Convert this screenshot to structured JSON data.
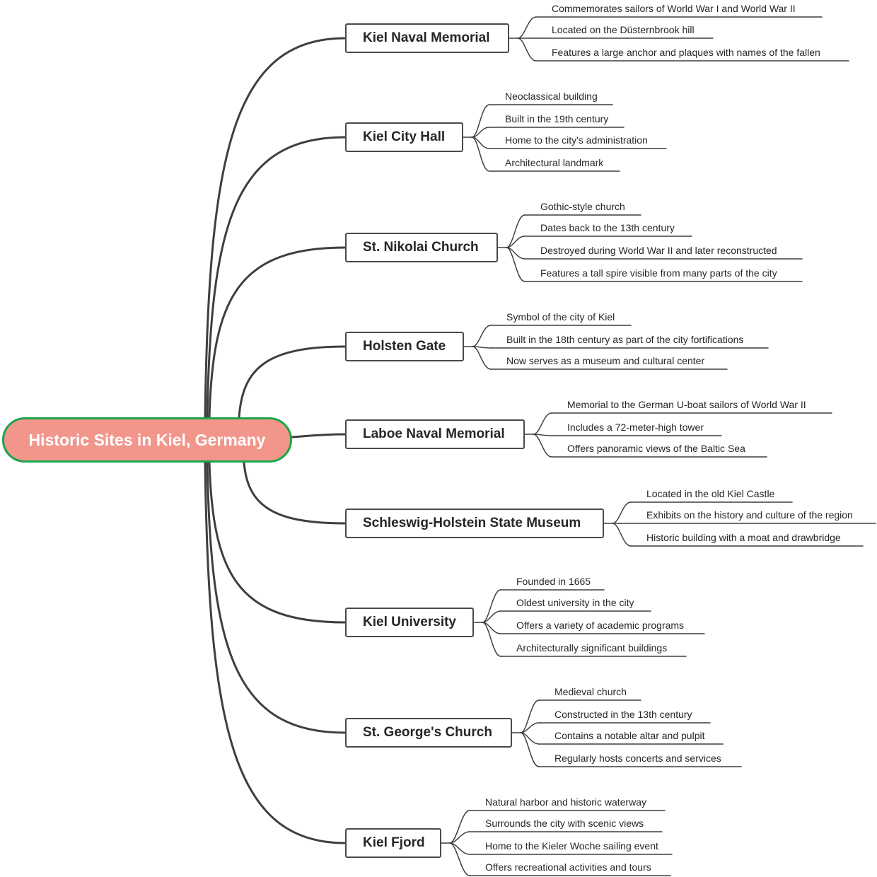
{
  "root": {
    "title": "Historic Sites in Kiel, Germany"
  },
  "colors": {
    "root_fill": "#f2968c",
    "root_border": "#1aa64a",
    "line": "#3f3f3f"
  },
  "topics": [
    {
      "label": "Kiel Naval Memorial",
      "children": [
        "Commemorates sailors of World War I and World War II",
        "Located on the Düsternbrook hill",
        "Features a large anchor and plaques with names of the fallen"
      ]
    },
    {
      "label": "Kiel City Hall",
      "children": [
        "Neoclassical building",
        "Built in the 19th century",
        "Home to the city's administration",
        "Architectural landmark"
      ]
    },
    {
      "label": "St. Nikolai Church",
      "children": [
        "Gothic-style church",
        "Dates back to the 13th century",
        "Destroyed during World War II and later reconstructed",
        "Features a tall spire visible from many parts of the city"
      ]
    },
    {
      "label": "Holsten Gate",
      "children": [
        "Symbol of the city of Kiel",
        "Built in the 18th century as part of the city fortifications",
        "Now serves as a museum and cultural center"
      ]
    },
    {
      "label": "Laboe Naval Memorial",
      "children": [
        "Memorial to the German U-boat sailors of World War II",
        "Includes a 72-meter-high tower",
        "Offers panoramic views of the Baltic Sea"
      ]
    },
    {
      "label": "Schleswig-Holstein State Museum",
      "children": [
        "Located in the old Kiel Castle",
        "Exhibits on the history and culture of the region",
        "Historic building with a moat and drawbridge"
      ]
    },
    {
      "label": "Kiel University",
      "children": [
        "Founded in 1665",
        "Oldest university in the city",
        "Offers a variety of academic programs",
        "Architecturally significant buildings"
      ]
    },
    {
      "label": "St. George's Church",
      "children": [
        "Medieval church",
        "Constructed in the 13th century",
        "Contains a notable altar and pulpit",
        "Regularly hosts concerts and services"
      ]
    },
    {
      "label": "Kiel Fjord",
      "children": [
        "Natural harbor and historic waterway",
        "Surrounds the city with scenic views",
        "Home to the Kieler Woche sailing event",
        "Offers recreational activities and tours"
      ]
    }
  ]
}
